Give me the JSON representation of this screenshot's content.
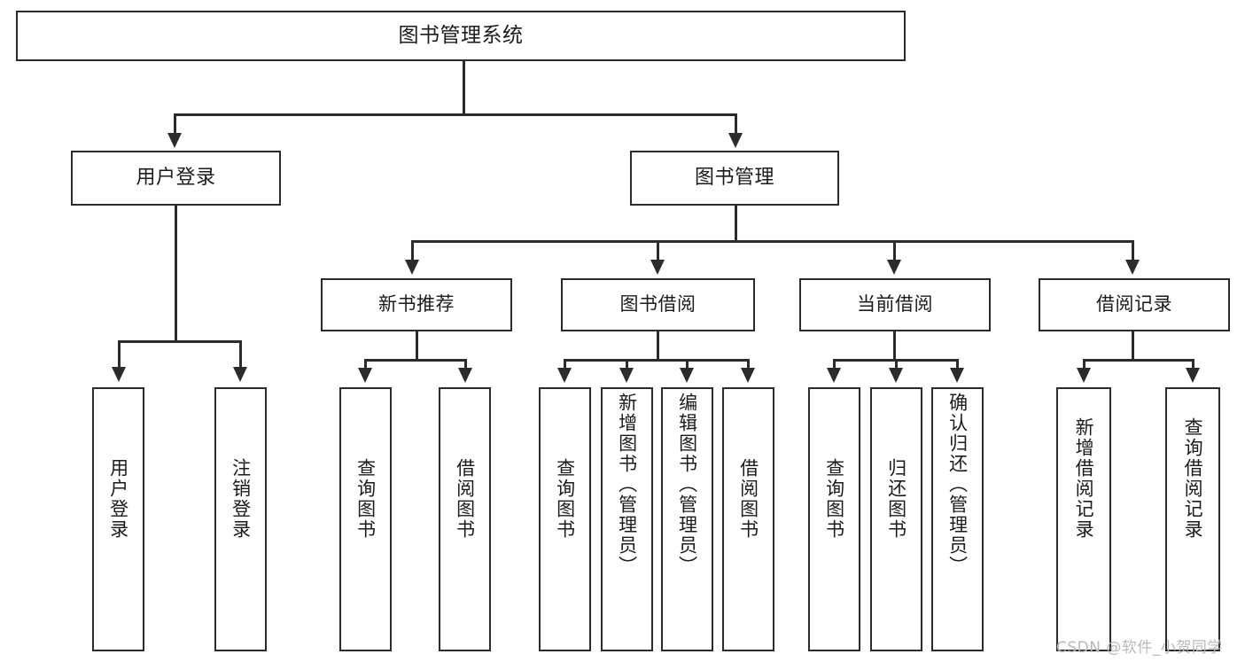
{
  "diagram": {
    "type": "hierarchy-tree",
    "title": "图书管理系统",
    "watermark": "CSDN @软件_小贺同学",
    "colors": {
      "stroke": "#2b2b2b",
      "background": "#ffffff",
      "text": "#1b1b1b",
      "watermark": "#b9b9b9"
    },
    "root": {
      "label": "图书管理系统"
    },
    "level2": [
      {
        "label": "用户登录"
      },
      {
        "label": "图书管理"
      }
    ],
    "level3": [
      {
        "label": "新书推荐"
      },
      {
        "label": "图书借阅"
      },
      {
        "label": "当前借阅"
      },
      {
        "label": "借阅记录"
      }
    ],
    "leaves": {
      "user_login": [
        {
          "label": "用户登录"
        },
        {
          "label": "注销登录"
        }
      ],
      "new_book_recommend": [
        {
          "label": "查询图书"
        },
        {
          "label": "借阅图书"
        }
      ],
      "book_borrow": [
        {
          "label": "查询图书"
        },
        {
          "label": "新增图书（管理员）"
        },
        {
          "label": "编辑图书（管理员）"
        },
        {
          "label": "借阅图书"
        }
      ],
      "current_borrow": [
        {
          "label": "查询图书"
        },
        {
          "label": "归还图书"
        },
        {
          "label": "确认归还（管理员）"
        }
      ],
      "borrow_record": [
        {
          "label": "新增借阅记录"
        },
        {
          "label": "查询借阅记录"
        }
      ]
    }
  }
}
